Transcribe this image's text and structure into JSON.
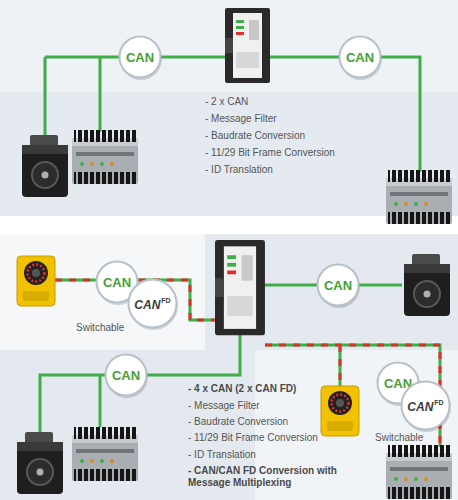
{
  "diagram": {
    "nodes": [
      {
        "text": [
          "CAN"
        ]
      },
      {
        "text": [
          "CAN"
        ]
      },
      {
        "text": [
          "CAN"
        ]
      },
      {
        "text": [
          "CAN",
          "FD"
        ]
      },
      {
        "text": [
          "CAN"
        ]
      },
      {
        "text": [
          "CAN"
        ]
      },
      {
        "text": [
          "CAN"
        ]
      },
      {
        "text": [
          "CAN",
          "FD"
        ]
      }
    ],
    "labels": [
      "- 2 x CAN",
      "- Message Filter",
      "- Baudrate Conversion",
      "- 11/29 Bit Frame Conversion",
      "- ID Translation",
      "Switchable",
      "- 4 x CAN (2 x CAN FD)",
      "- Message Filter",
      "- Baudrate Conversion",
      "- 11/29 Bit Frame Conversion",
      "- ID Translation",
      "- CAN/CAN FD Conversion with Message Multiplexing",
      "Switchable"
    ]
  }
}
